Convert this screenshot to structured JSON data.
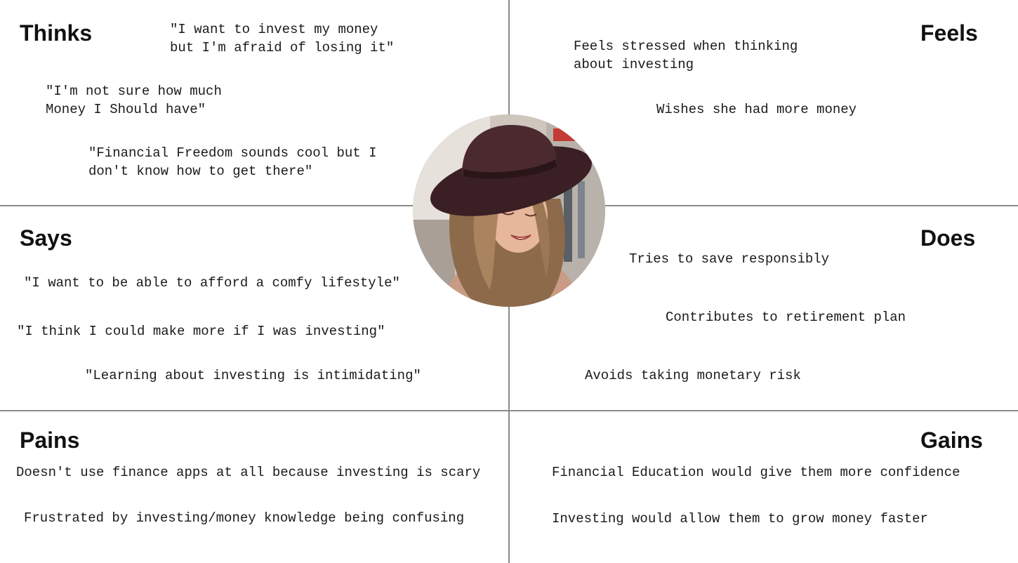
{
  "quadrants": {
    "thinks": {
      "title": "Thinks",
      "notes": [
        "\"I want to invest my money\nbut I'm afraid of losing it\"",
        "\"I'm not sure how much\nMoney I Should have\"",
        "\"Financial Freedom sounds cool but I\ndon't know how to get there\""
      ]
    },
    "feels": {
      "title": "Feels",
      "notes": [
        "Feels stressed when thinking\nabout investing",
        "Wishes she had more money"
      ]
    },
    "says": {
      "title": "Says",
      "notes": [
        "\"I want to be able to afford a comfy lifestyle\"",
        "\"I think I could make more if I was investing\"",
        "\"Learning about investing is intimidating\""
      ]
    },
    "does": {
      "title": "Does",
      "notes": [
        "Tries to save responsibly",
        "Contributes to retirement plan",
        "Avoids taking monetary risk"
      ]
    },
    "pains": {
      "title": "Pains",
      "notes": [
        "Doesn't use finance apps at all because investing is scary",
        "Frustrated by investing/money knowledge being confusing"
      ]
    },
    "gains": {
      "title": "Gains",
      "notes": [
        "Financial Education would give them more confidence",
        "Investing would allow them to grow money faster"
      ]
    }
  },
  "colors": {
    "divider": "#8a8a8a",
    "text": "#1a1a1a",
    "background": "#ffffff"
  }
}
